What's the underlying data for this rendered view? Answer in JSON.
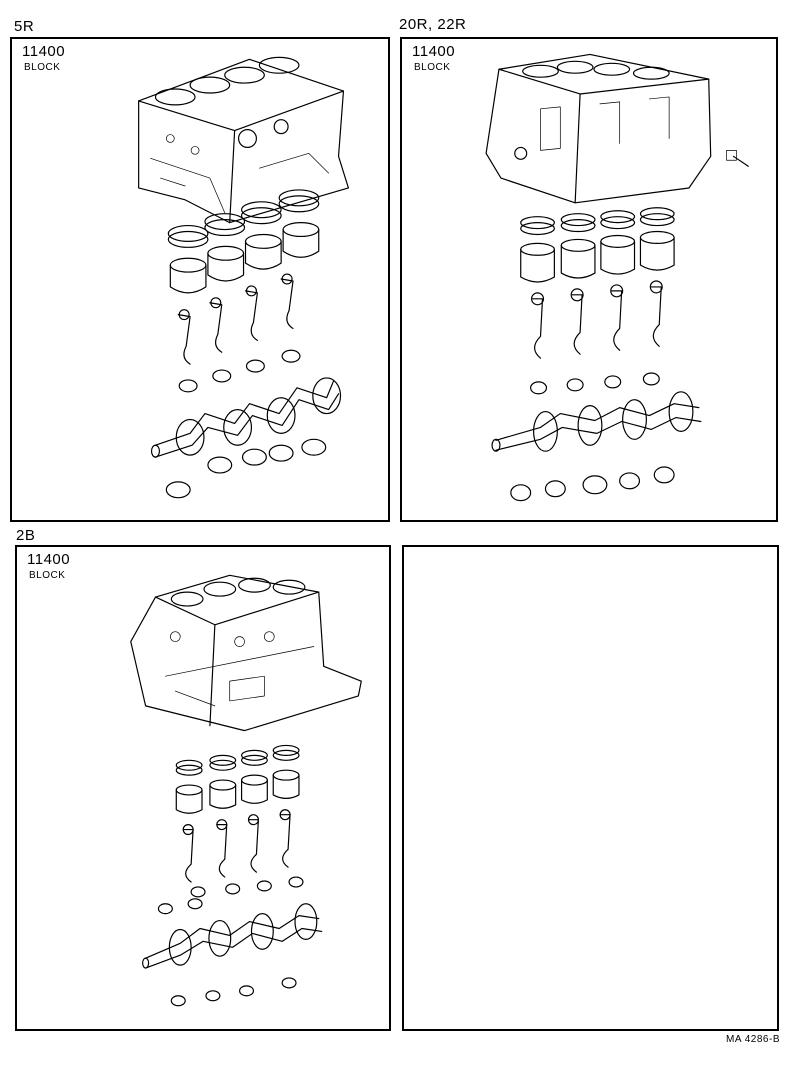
{
  "sections": [
    {
      "label": "5R",
      "code": "11400",
      "name": "BLOCK"
    },
    {
      "label": "20R, 22R",
      "code": "11400",
      "name": "BLOCK"
    },
    {
      "label": "2B",
      "code": "11400",
      "name": "BLOCK"
    }
  ],
  "reference": "MA 4286-B"
}
